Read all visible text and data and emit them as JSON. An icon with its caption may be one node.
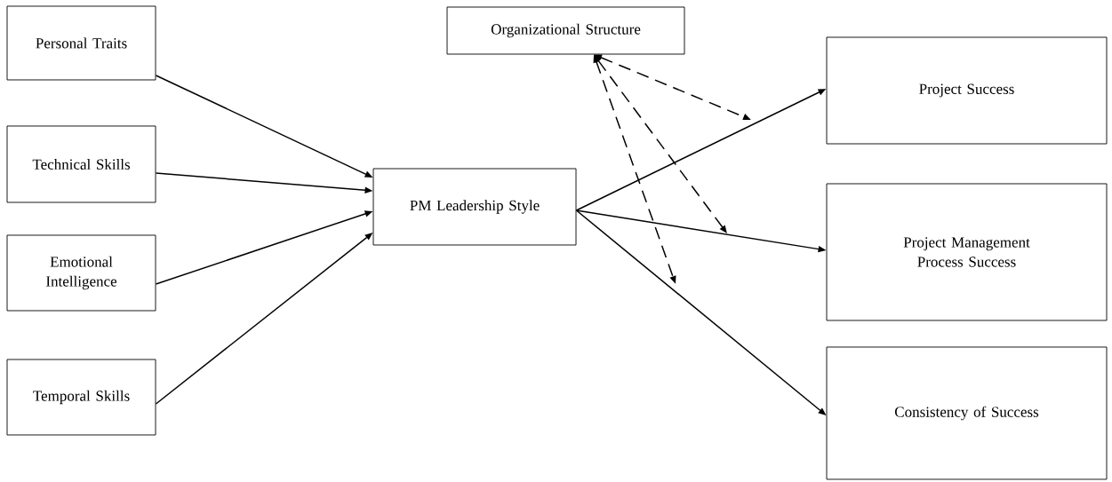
{
  "diagram": {
    "nodes": [
      {
        "text": [
          "Personal Traits"
        ]
      },
      {
        "text": [
          "Technical Skills"
        ]
      },
      {
        "text": [
          "Emotional Intelligence"
        ]
      },
      {
        "text": [
          "Temporal Skills"
        ]
      },
      {
        "text": [
          "PM Leadership Style"
        ]
      },
      {
        "text": [
          "Organizational Structure"
        ]
      },
      {
        "text": [
          "Project Success"
        ]
      },
      {
        "text": [
          "Project Management Process Success"
        ]
      },
      {
        "text": [
          "Consistency of Success"
        ]
      }
    ],
    "edges": [
      {
        "from": 0,
        "to": 4,
        "arrow": "to"
      },
      {
        "from": 1,
        "to": 4,
        "arrow": "to"
      },
      {
        "from": 2,
        "to": 4,
        "arrow": "to"
      },
      {
        "from": 3,
        "to": 4,
        "arrow": "to"
      },
      {
        "from": 4,
        "to": 6,
        "arrow": "to"
      },
      {
        "from": 4,
        "to": 7,
        "arrow": "to"
      },
      {
        "from": 4,
        "to": 8,
        "arrow": "to"
      },
      {
        "from": 5,
        "to": null,
        "arrow": "both",
        "style": "dashed"
      },
      {
        "from": 5,
        "to": null,
        "arrow": "both",
        "style": "dashed"
      },
      {
        "from": 5,
        "to": null,
        "arrow": "both",
        "style": "dashed"
      }
    ]
  }
}
